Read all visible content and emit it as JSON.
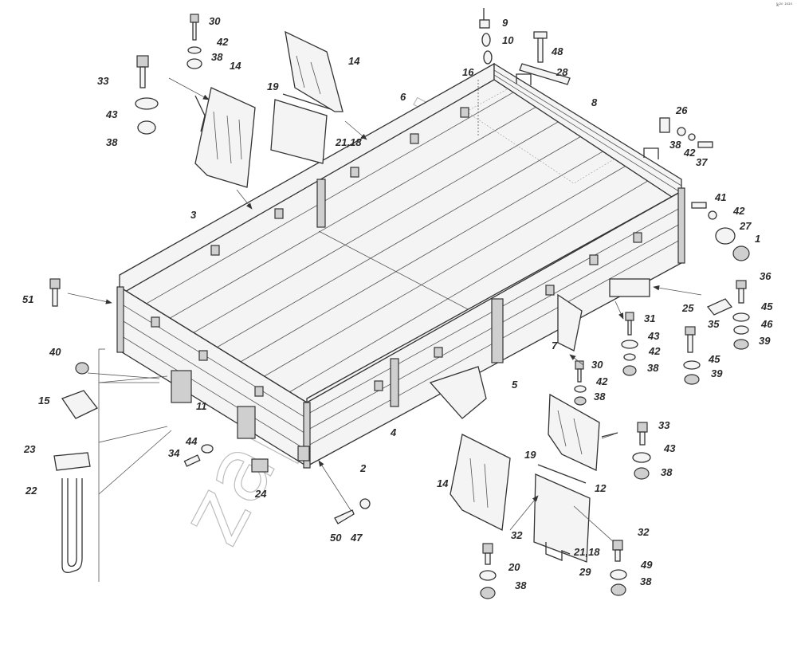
{
  "corner_note": "k²⁰ ²⁰²⁰",
  "watermark": "zap-kam.ru",
  "labels": [
    {
      "id": "l30a",
      "text": "30"
    },
    {
      "id": "l42a",
      "text": "42"
    },
    {
      "id": "l38a",
      "text": "38"
    },
    {
      "id": "l33a",
      "text": "33"
    },
    {
      "id": "l43a",
      "text": "43"
    },
    {
      "id": "l38b",
      "text": "38"
    },
    {
      "id": "l14a",
      "text": "14"
    },
    {
      "id": "l14b",
      "text": "14"
    },
    {
      "id": "l19a",
      "text": "19"
    },
    {
      "id": "l2118a",
      "text": "21,18"
    },
    {
      "id": "l9",
      "text": "9"
    },
    {
      "id": "l10",
      "text": "10"
    },
    {
      "id": "l48",
      "text": "48"
    },
    {
      "id": "l16",
      "text": "16"
    },
    {
      "id": "l28",
      "text": "28"
    },
    {
      "id": "l6",
      "text": "6"
    },
    {
      "id": "l8",
      "text": "8"
    },
    {
      "id": "l26",
      "text": "26"
    },
    {
      "id": "l38c",
      "text": "38"
    },
    {
      "id": "l42b",
      "text": "42"
    },
    {
      "id": "l37",
      "text": "37"
    },
    {
      "id": "l3",
      "text": "3"
    },
    {
      "id": "l41",
      "text": "41"
    },
    {
      "id": "l42c",
      "text": "42"
    },
    {
      "id": "l27",
      "text": "27"
    },
    {
      "id": "l1",
      "text": "1"
    },
    {
      "id": "l51",
      "text": "51"
    },
    {
      "id": "l36",
      "text": "36"
    },
    {
      "id": "l25",
      "text": "25"
    },
    {
      "id": "l45a",
      "text": "45"
    },
    {
      "id": "l35",
      "text": "35"
    },
    {
      "id": "l46",
      "text": "46"
    },
    {
      "id": "l39a",
      "text": "39"
    },
    {
      "id": "l31",
      "text": "31"
    },
    {
      "id": "l43b",
      "text": "43"
    },
    {
      "id": "l42d",
      "text": "42"
    },
    {
      "id": "l38d",
      "text": "38"
    },
    {
      "id": "l45b",
      "text": "45"
    },
    {
      "id": "l39b",
      "text": "39"
    },
    {
      "id": "l7",
      "text": "7"
    },
    {
      "id": "l40",
      "text": "40"
    },
    {
      "id": "l5",
      "text": "5"
    },
    {
      "id": "l30b",
      "text": "30"
    },
    {
      "id": "l42e",
      "text": "42"
    },
    {
      "id": "l38e",
      "text": "38"
    },
    {
      "id": "l15",
      "text": "15"
    },
    {
      "id": "l11",
      "text": "11"
    },
    {
      "id": "l4",
      "text": "4"
    },
    {
      "id": "l33b",
      "text": "33"
    },
    {
      "id": "l43c",
      "text": "43"
    },
    {
      "id": "l38f",
      "text": "38"
    },
    {
      "id": "l44",
      "text": "44"
    },
    {
      "id": "l34",
      "text": "34"
    },
    {
      "id": "l23",
      "text": "23"
    },
    {
      "id": "l2",
      "text": "2"
    },
    {
      "id": "l12",
      "text": "12"
    },
    {
      "id": "l19b",
      "text": "19"
    },
    {
      "id": "l24",
      "text": "24"
    },
    {
      "id": "l14c",
      "text": "14"
    },
    {
      "id": "l22",
      "text": "22"
    },
    {
      "id": "l50",
      "text": "50"
    },
    {
      "id": "l47",
      "text": "47"
    },
    {
      "id": "l32a",
      "text": "32"
    },
    {
      "id": "l20",
      "text": "20"
    },
    {
      "id": "l38g",
      "text": "38"
    },
    {
      "id": "l29",
      "text": "29"
    },
    {
      "id": "l2118b",
      "text": "21,18"
    },
    {
      "id": "l32b",
      "text": "32"
    },
    {
      "id": "l49",
      "text": "49"
    },
    {
      "id": "l38h",
      "text": "38"
    }
  ]
}
